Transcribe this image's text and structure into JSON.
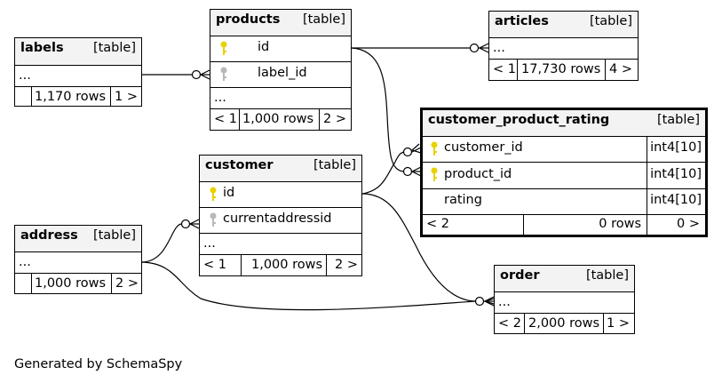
{
  "diagram": {
    "tables": {
      "labels": {
        "name": "labels",
        "kind": "[table]",
        "cols": [
          "..."
        ],
        "footer": {
          "prev": "",
          "rows": "1,170 rows",
          "next": "1 >"
        }
      },
      "products": {
        "name": "products",
        "kind": "[table]",
        "cols": [
          "id",
          "label_id",
          "..."
        ],
        "footer": {
          "prev": "< 1",
          "rows": "1,000 rows",
          "next": "2 >"
        }
      },
      "articles": {
        "name": "articles",
        "kind": "[table]",
        "cols": [
          "..."
        ],
        "footer": {
          "prev": "< 1",
          "rows": "17,730 rows",
          "next": "4 >"
        }
      },
      "rating": {
        "name": "customer_product_rating",
        "kind": "[table]",
        "cols": [
          {
            "name": "customer_id",
            "type": "int4[10]"
          },
          {
            "name": "product_id",
            "type": "int4[10]"
          },
          {
            "name": "rating",
            "type": "int4[10]"
          }
        ],
        "footer": {
          "prev": "< 2",
          "rows": "0 rows",
          "next": "0 >"
        }
      },
      "customer": {
        "name": "customer",
        "kind": "[table]",
        "cols": [
          "id",
          "currentaddressid",
          "..."
        ],
        "footer": {
          "prev": "< 1",
          "rows": "1,000 rows",
          "next": "2 >"
        }
      },
      "address": {
        "name": "address",
        "kind": "[table]",
        "cols": [
          "..."
        ],
        "footer": {
          "prev": "",
          "rows": "1,000 rows",
          "next": "2 >"
        }
      },
      "order": {
        "name": "order",
        "kind": "[table]",
        "cols": [
          "..."
        ],
        "footer": {
          "prev": "< 2",
          "rows": "2,000 rows",
          "next": "1 >"
        }
      }
    },
    "key_icons": {
      "primary": "primary-key-icon",
      "foreign": "foreign-key-icon",
      "primary_color": "#e8d200",
      "foreign_color": "#b8b8b8"
    },
    "caption": "Generated by SchemaSpy"
  }
}
